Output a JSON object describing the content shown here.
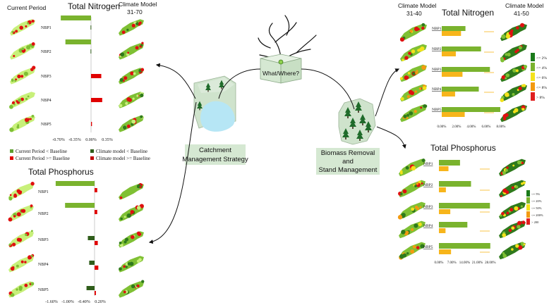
{
  "left_panel": {
    "current_period_label": "Current Period",
    "nitrogen_title": "Total Nitrogen",
    "climate_label_line1": "Climate Model",
    "climate_label_line2": "31-70",
    "scenarios": [
      "NBP1",
      "NBP2",
      "NBP3",
      "NBP4",
      "NBP5"
    ],
    "nitrogen_ticks": [
      "-0.70%",
      "-0.35%",
      "0.00%",
      "0.35%"
    ],
    "nitrogen_current": [
      -0.65,
      -0.55,
      0.0,
      0.0,
      0.0
    ],
    "nitrogen_climate": [
      -0.01,
      -0.01,
      0.22,
      0.24,
      0.02
    ],
    "legend": [
      {
        "label": "Current Period < Baseline",
        "color": "#5e9e2f"
      },
      {
        "label": "Current Period >= Baseline",
        "color": "#e00000"
      },
      {
        "label": "Climate model < Baseline",
        "color": "#2f5d1a"
      },
      {
        "label": "Climate model >= Baseline",
        "color": "#c00000"
      }
    ],
    "phosphorus_title": "Total Phosphorus",
    "phosphorus_ticks": [
      "-1.60%",
      "-1.00%",
      "-0.40%",
      "0.20%"
    ],
    "phosphorus_current": [
      -1.45,
      -1.1,
      0.0,
      0.0,
      0.0
    ],
    "phosphorus_climate": [
      0.1,
      0.1,
      -0.25,
      -0.2,
      -0.3
    ],
    "phosphorus_climate_pos": [
      0.0,
      0.0,
      0.12,
      0.14,
      0.05
    ]
  },
  "center": {
    "what_where": "What/Where?",
    "catchment_line1": "Catchment",
    "catchment_line2": "Management Strategy",
    "biomass_line1": "Biomass Removal",
    "biomass_line2": "and",
    "biomass_line3": "Stand Management"
  },
  "right_panel": {
    "climate_a_line1": "Climate Model",
    "climate_a_line2": "31-40",
    "nitrogen_title": "Total Nitrogen",
    "climate_b_line1": "Climate Model",
    "climate_b_line2": "41-50",
    "scenarios": [
      "NBP1",
      "NBP2",
      "NBP3",
      "NBP4",
      "NBP5"
    ],
    "nitrogen_ticks": [
      "0.00%",
      "2.00%",
      "4.00%",
      "6.00%",
      "8.00%"
    ],
    "nitrogen_a": [
      3.2,
      5.3,
      6.5,
      5.0,
      7.9
    ],
    "nitrogen_b": [
      2.6,
      1.9,
      2.8,
      1.8,
      3.1
    ],
    "nitrogen_legend": [
      "<= 2%",
      "<= 4%",
      "<= 6%",
      "<= 8%",
      "> 8%"
    ],
    "nitrogen_legend_colors": [
      "#1a7a1a",
      "#7ab32e",
      "#f4e21c",
      "#f39a10",
      "#e02020"
    ],
    "phosphorus_title": "Total Phosphorus",
    "phosphorus_ticks": [
      "0.00%",
      "7.00%",
      "14.00%",
      "21.00%",
      "28.00%"
    ],
    "phosphorus_a": [
      11.5,
      17.5,
      27.8,
      15.5,
      28.0
    ],
    "phosphorus_b": [
      5.2,
      3.8,
      6.2,
      3.6,
      6.6
    ],
    "phosphorus_legend": [
      "<= 5%",
      "<= 20%",
      "<= 50%",
      "<= 200%",
      "> 200"
    ],
    "phosphorus_legend_colors": [
      "#1a7a1a",
      "#7ab32e",
      "#f4e21c",
      "#f39a10",
      "#e02020"
    ]
  },
  "colors": {
    "bar_green": "#7ab32e",
    "bar_orange": "#f7b51b",
    "bar_red": "#e00000",
    "bar_dark_green": "#2f5d1a",
    "map_light": "#c8f07a",
    "map_mid": "#7fc034",
    "map_dark": "#2f7a1c",
    "map_yellow": "#f3e21a",
    "map_orange": "#f39a10",
    "map_red": "#e01010",
    "box_fill": "#d5e8d2"
  }
}
